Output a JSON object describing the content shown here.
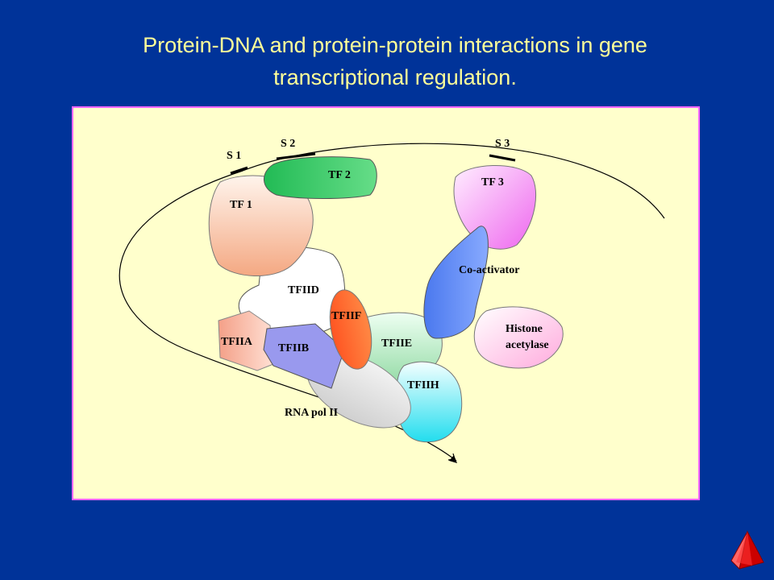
{
  "title": {
    "line1": "Protein-DNA and protein-protein interactions in gene",
    "line2": "transcriptional regulation."
  },
  "diagram": {
    "sites": {
      "s1": "S 1",
      "s2": "S 2",
      "s3": "S 3"
    },
    "proteins": {
      "tf1": "TF 1",
      "tf2": "TF 2",
      "tf3": "TF 3",
      "tfiid": "TFIID",
      "tfiia": "TFIIA",
      "tfiib": "TFIIB",
      "tfiif": "TFIIF",
      "tfiie": "TFIIE",
      "tfiih": "TFIIH",
      "rnapol": "RNA pol II",
      "coactivator": "Co-activator",
      "histone_line1": "Histone",
      "histone_line2": "acetylase"
    }
  },
  "colors": {
    "background": "#003399",
    "title": "#ffff99",
    "panel": "#ffffcc",
    "panel_border": "#ff66ff"
  },
  "nav": {
    "icon": "pyramid-nav-icon"
  }
}
